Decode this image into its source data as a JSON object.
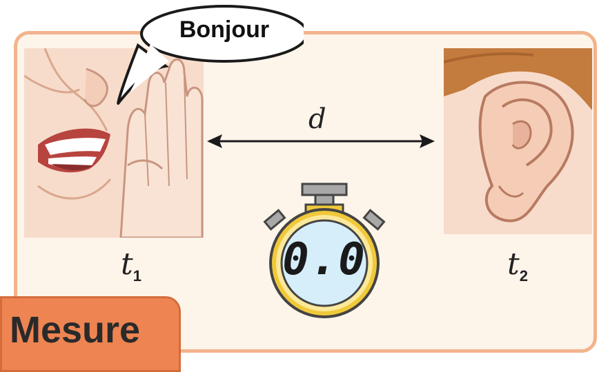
{
  "speech_bubble": {
    "text": "Bonjour"
  },
  "distance": {
    "label": "d"
  },
  "time_start": {
    "symbol": "t",
    "subscript": "1"
  },
  "time_end": {
    "symbol": "t",
    "subscript": "2"
  },
  "stopwatch": {
    "display": "0.0"
  },
  "section_tab": {
    "label": "Mesure"
  },
  "colors": {
    "panel_fill": "#fdf4ea",
    "panel_border": "#f2b38c",
    "tab_fill": "#ee8452",
    "stopwatch_ring": "#f0c93a",
    "stopwatch_face": "#d6eef9",
    "skin": "#f7d9c4",
    "hair": "#c47b3e",
    "lips": "#c0504d"
  }
}
